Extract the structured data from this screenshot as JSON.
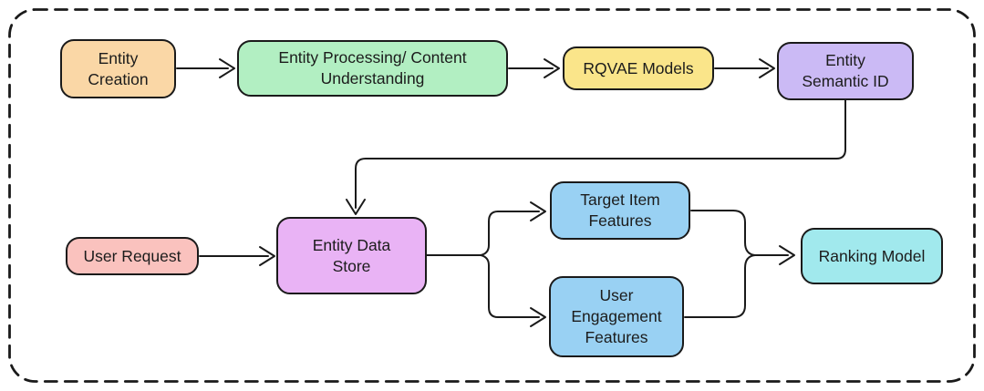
{
  "diagram": {
    "background_color": "#ffffff",
    "line_color": "#1a1a1a",
    "frame": {
      "style": "dashed-rounded-rectangle",
      "color": "#1a1a1a"
    },
    "nodes": [
      {
        "id": "entity-creation",
        "label": "Entity Creation",
        "fill": "#FAD7A6"
      },
      {
        "id": "entity-processing-content-understanding",
        "label": "Entity Processing/ Content Understanding",
        "fill": "#B2EFC2"
      },
      {
        "id": "rqvae-models",
        "label": "RQVAE Models",
        "fill": "#FAE58A"
      },
      {
        "id": "entity-semantic-id",
        "label": "Entity Semantic ID",
        "fill": "#CBBAF5"
      },
      {
        "id": "user-request",
        "label": "User Request",
        "fill": "#FAC2BE"
      },
      {
        "id": "entity-data-store",
        "label": "Entity Data Store",
        "fill": "#E9B3F5"
      },
      {
        "id": "target-item-features",
        "label": "Target Item Features",
        "fill": "#99D1F3"
      },
      {
        "id": "user-engagement-features",
        "label": "User Engagement Features",
        "fill": "#99D1F3"
      },
      {
        "id": "ranking-model",
        "label": "Ranking Model",
        "fill": "#A1E9ED"
      }
    ],
    "edges": [
      {
        "from": "entity-creation",
        "to": "entity-processing-content-understanding"
      },
      {
        "from": "entity-processing-content-understanding",
        "to": "rqvae-models"
      },
      {
        "from": "rqvae-models",
        "to": "entity-semantic-id"
      },
      {
        "from": "entity-semantic-id",
        "to": "entity-data-store"
      },
      {
        "from": "user-request",
        "to": "entity-data-store"
      },
      {
        "from": "entity-data-store",
        "to": "target-item-features"
      },
      {
        "from": "entity-data-store",
        "to": "user-engagement-features"
      },
      {
        "from": "target-item-features",
        "to": "ranking-model"
      },
      {
        "from": "user-engagement-features",
        "to": "ranking-model"
      }
    ]
  }
}
